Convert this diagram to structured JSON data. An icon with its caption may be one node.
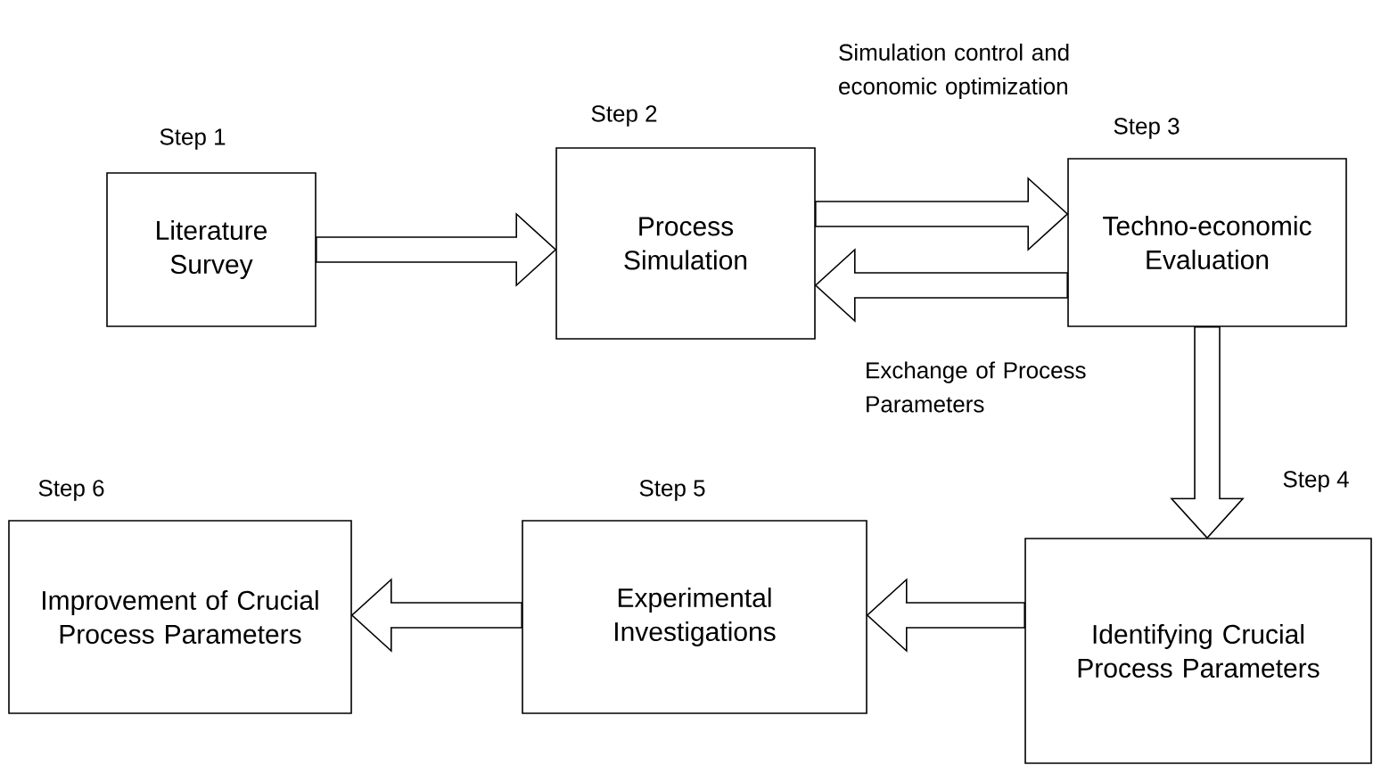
{
  "diagram": {
    "nodes": [
      {
        "text": [
          "Literature Survey"
        ],
        "beside": [
          "Step 1"
        ]
      },
      {
        "text": [
          "Process Simulation"
        ],
        "beside": [
          "Step 2"
        ]
      },
      {
        "text": [
          "Techno-economic Evaluation"
        ],
        "beside": [
          "Step 3"
        ]
      },
      {
        "text": [
          "Identifying Crucial Process Parameters"
        ],
        "beside": [
          "Step 4"
        ]
      },
      {
        "text": [
          "Experimental Investigations"
        ],
        "beside": [
          "Step 5"
        ]
      },
      {
        "text": [
          "Improvement of Crucial Process Parameters"
        ],
        "beside": [
          "Step 6"
        ]
      }
    ],
    "edges": [
      {
        "from": 0,
        "to": 1,
        "arrow": "to"
      },
      {
        "from": 1,
        "to": 2,
        "arrow": "to",
        "label": "Simulation control and economic optimization"
      },
      {
        "from": 2,
        "to": 1,
        "arrow": "to",
        "label": "Exchange of Process Parameters"
      },
      {
        "from": 2,
        "to": 3,
        "arrow": "to"
      },
      {
        "from": 3,
        "to": 4,
        "arrow": "to"
      },
      {
        "from": 4,
        "to": 5,
        "arrow": "to"
      }
    ]
  }
}
